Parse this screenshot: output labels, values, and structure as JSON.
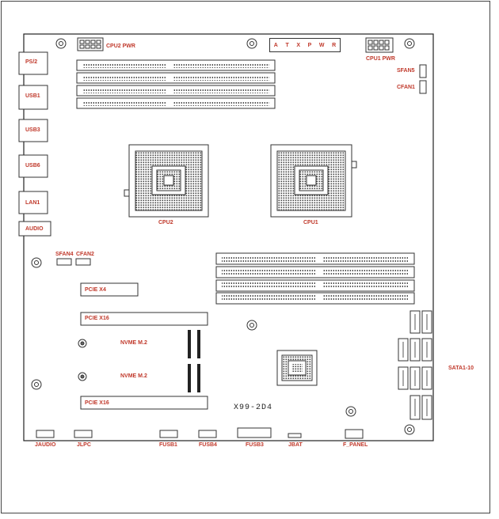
{
  "board": {
    "model": "X99-2D4",
    "atx_letters": [
      "A",
      "T",
      "X",
      "P",
      "W",
      "R"
    ]
  },
  "labels": {
    "cpu2_pwr": "CPU2 PWR",
    "cpu1_pwr": "CPU1 PWR",
    "sfan5": "SFAN5",
    "cfan1": "CFAN1",
    "ps2": "PS/2",
    "usb1": "USB1",
    "usb3": "USB3",
    "usb6": "USB6",
    "lan1": "LAN1",
    "audio": "AUDIO",
    "cpu2": "CPU2",
    "cpu1": "CPU1",
    "sfan4": "SFAN4",
    "cfan2": "CFAN2",
    "pcie_x4": "PCIE X4",
    "pcie_x16_top": "PCIE X16",
    "pcie_x16_bottom": "PCIE X16",
    "nvme1": "NVME M.2",
    "nvme2": "NVME M.2",
    "sata": "SATA1-10",
    "jaudio": "JAUDIO",
    "jlpc": "JLPC",
    "fusb1": "FUSB1",
    "fusb4": "FUSB4",
    "fusb3": "FUSB3",
    "jbat": "JBAT",
    "f_panel": "F_PANEL"
  }
}
